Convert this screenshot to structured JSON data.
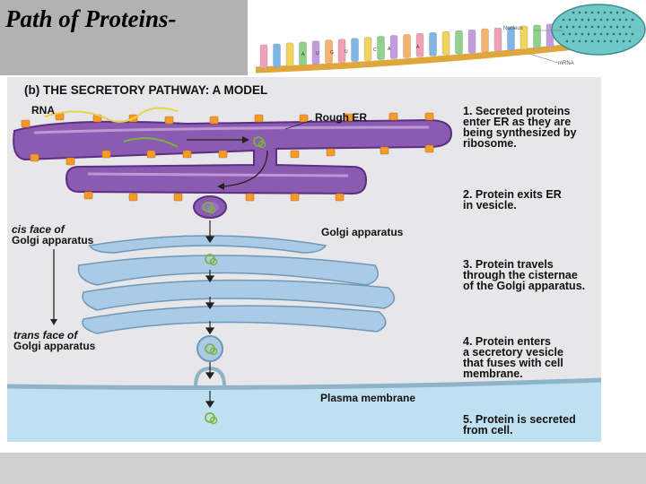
{
  "slide": {
    "title": "Path of Proteins-"
  },
  "mrna_strip": {
    "nucleus_label": "Nucleus",
    "mrna_label": "mRNA",
    "codons": [
      "A",
      "U",
      "G",
      "U",
      "C",
      "A",
      "A"
    ]
  },
  "figure": {
    "title": "(b) THE SECRETORY PATHWAY: A MODEL",
    "labels": {
      "rna": "RNA",
      "rough_er": "Rough ER",
      "cis_face_1": "cis face of",
      "cis_face_2": "Golgi apparatus",
      "trans_face_1": "trans face of",
      "trans_face_2": "Golgi apparatus",
      "golgi": "Golgi apparatus",
      "plasma_membrane": "Plasma membrane"
    },
    "steps": [
      {
        "text": "1. Secreted proteins\nenter ER as they are\nbeing synthesized by\nribosome."
      },
      {
        "text": "2. Protein exits ER\nin vesicle."
      },
      {
        "text": "3. Protein travels\nthrough the cisternae\nof the Golgi apparatus."
      },
      {
        "text": "4. Protein enters\na secretory vesicle\nthat fuses with cell\nmembrane."
      },
      {
        "text": "5. Protein is secreted\nfrom cell."
      }
    ],
    "colors": {
      "er": "#8a5bb0",
      "golgi": "#a9cbe6",
      "ribosome": "#f39a2b",
      "extracellular": "#bfe0f0",
      "protein": "#7ab43a"
    }
  }
}
